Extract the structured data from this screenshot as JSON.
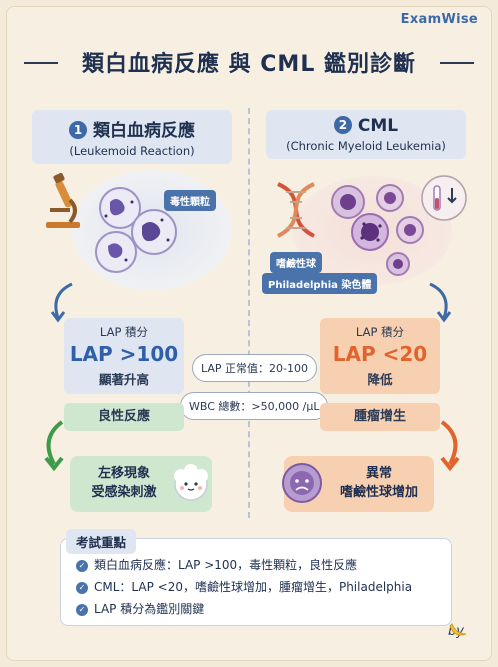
{
  "brand": "ExamWise",
  "title": "類白血病反應 與 CML 鑑別診斷",
  "left": {
    "num": "1",
    "title": "類白血病反應",
    "subtitle": "(Leukemoid Reaction)",
    "cell_tag": "毒性顆粒",
    "lap_label": "LAP 積分",
    "lap_value": "LAP >100",
    "lap_desc": "顯著升高",
    "result": "良性反應",
    "outcome_line1": "左移現象",
    "outcome_line2": "受感染刺激"
  },
  "right": {
    "num": "2",
    "title": "CML",
    "subtitle": "(Chronic Myeloid Leukemia)",
    "tag_basophil": "嗜鹼性球",
    "tag_philadelphia": "Philadelphia 染色體",
    "lap_label": "LAP 積分",
    "lap_value": "LAP <20",
    "lap_desc": "降低",
    "result": "腫瘤增生",
    "outcome_line1": "異常",
    "outcome_line2": "嗜鹼性球增加"
  },
  "center": {
    "lap_normal": "LAP 正常值：20-100",
    "wbc": "WBC 總數：>50,000 /μL"
  },
  "key_points": {
    "heading": "考試重點",
    "items": [
      "類白血病反應：LAP >100，毒性顆粒，良性反應",
      "CML：LAP <20，嗜鹼性球增加，腫瘤增生，Philadelphia",
      "LAP 積分為鑑別關鍵"
    ]
  },
  "signature": "by",
  "colors": {
    "accent_blue": "#3d6aa6",
    "left_value": "#2f5fa8",
    "right_value": "#e0642c",
    "green": "#cfe6cf",
    "orange": "#f7cfb1"
  },
  "icons": [
    "microscope-icon",
    "dna-icon",
    "test-tube-icon",
    "cloud-face-icon",
    "sad-cell-icon",
    "banana-icon",
    "check-icon"
  ]
}
